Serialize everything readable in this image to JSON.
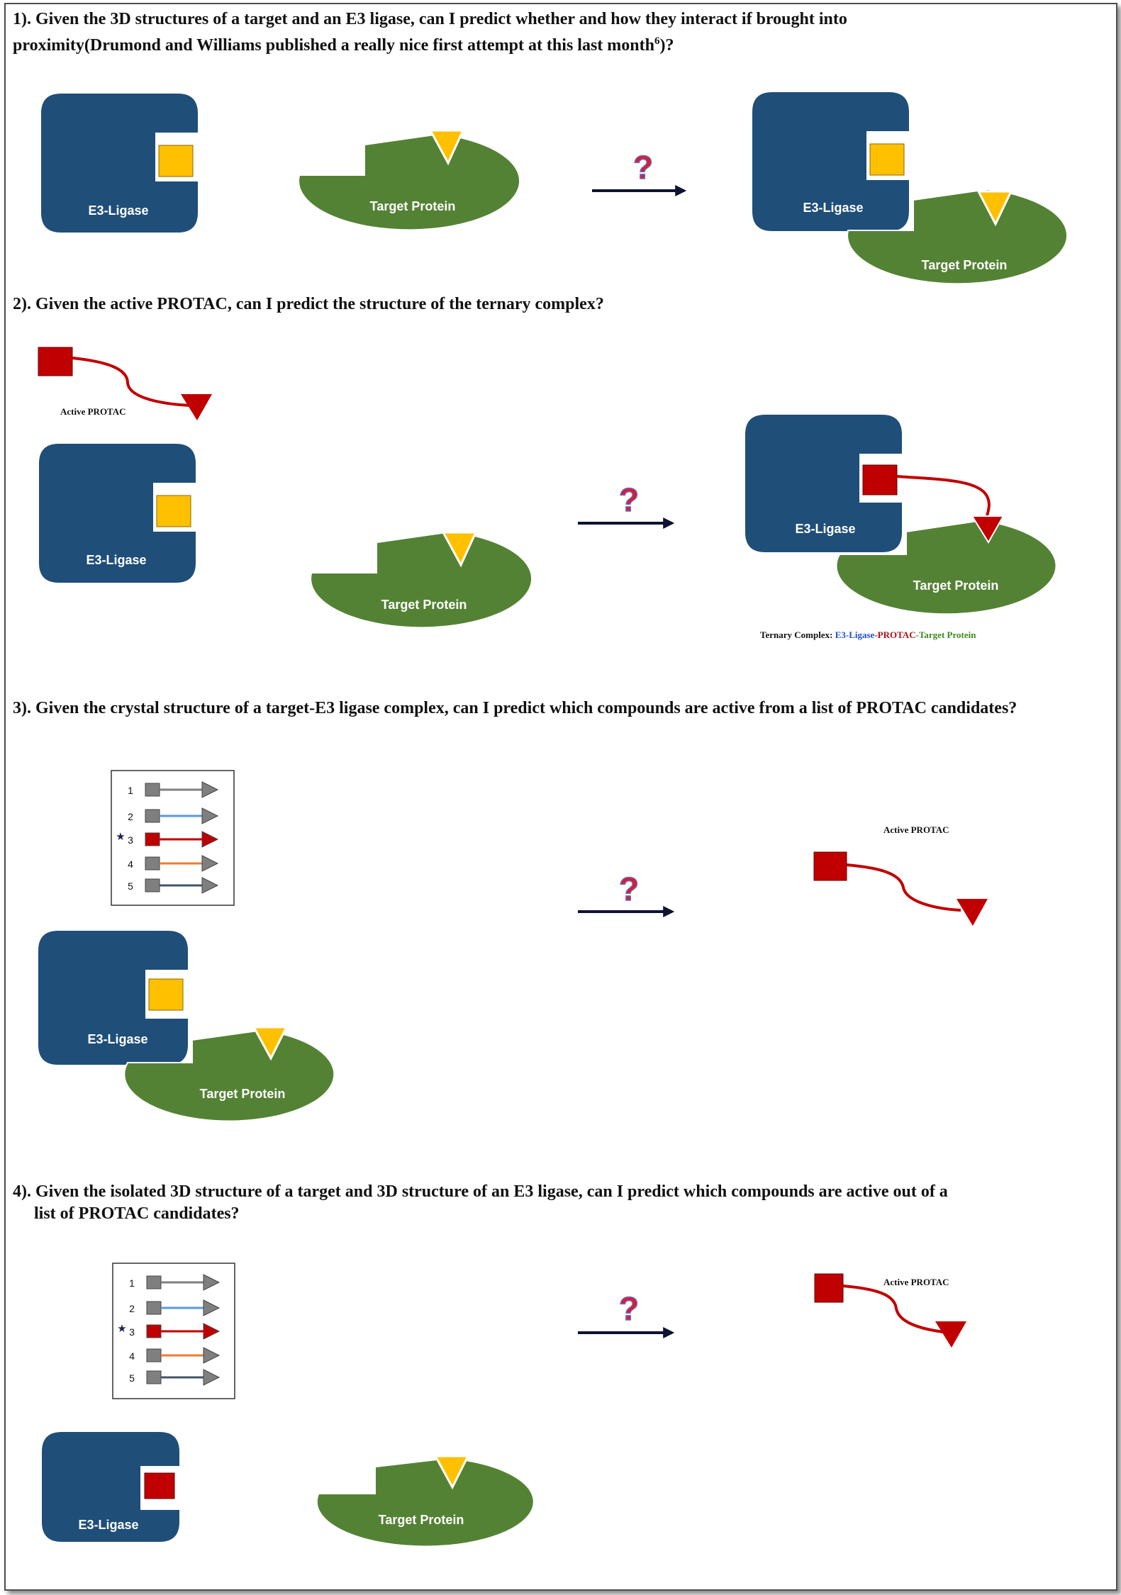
{
  "questions": {
    "q1_line1": "1). Given the 3D structures of a target and an E3 ligase, can I predict whether and how they interact if brought into",
    "q1_line2": "proximity(Drumond and Williams published a really nice first attempt at this last month",
    "q1_sup": "6",
    "q1_end": ")?",
    "q2": "2). Given the active PROTAC, can I predict the structure of the ternary complex?",
    "q3": "3). Given the crystal structure of a target-E3 ligase complex, can I predict which compounds are active from a list of PROTAC candidates?",
    "q4_line1": "4). Given the isolated 3D structure of a target and 3D structure of an E3 ligase, can I predict which compounds are active out of a",
    "q4_line2": "list of PROTAC candidates?"
  },
  "labels": {
    "e3": "E3-Ligase",
    "target": "Target Protein",
    "active_protac": "Active PROTAC",
    "question_mark": "?",
    "ternary_prefix": "Ternary Complex: ",
    "ternary_e3": "E3-Ligase",
    "ternary_dash1": "-",
    "ternary_protac": "PROTAC",
    "ternary_dash2": "-",
    "ternary_target": "Target Protein"
  },
  "candidates": [
    {
      "num": "1",
      "starred": false,
      "color": "#7f7f7f"
    },
    {
      "num": "2",
      "starred": false,
      "color": "#5b9bd5"
    },
    {
      "num": "3",
      "starred": true,
      "color": "#c00000"
    },
    {
      "num": "4",
      "starred": false,
      "color": "#ed7d31"
    },
    {
      "num": "5",
      "starred": false,
      "color": "#44546a"
    }
  ],
  "star_symbol": "★",
  "colors": {
    "e3_blue": "#1f4e79",
    "target_green": "#548235",
    "ligand_yellow": "#ffc000",
    "protac_red": "#c00000",
    "arrow": "#0d1330"
  }
}
